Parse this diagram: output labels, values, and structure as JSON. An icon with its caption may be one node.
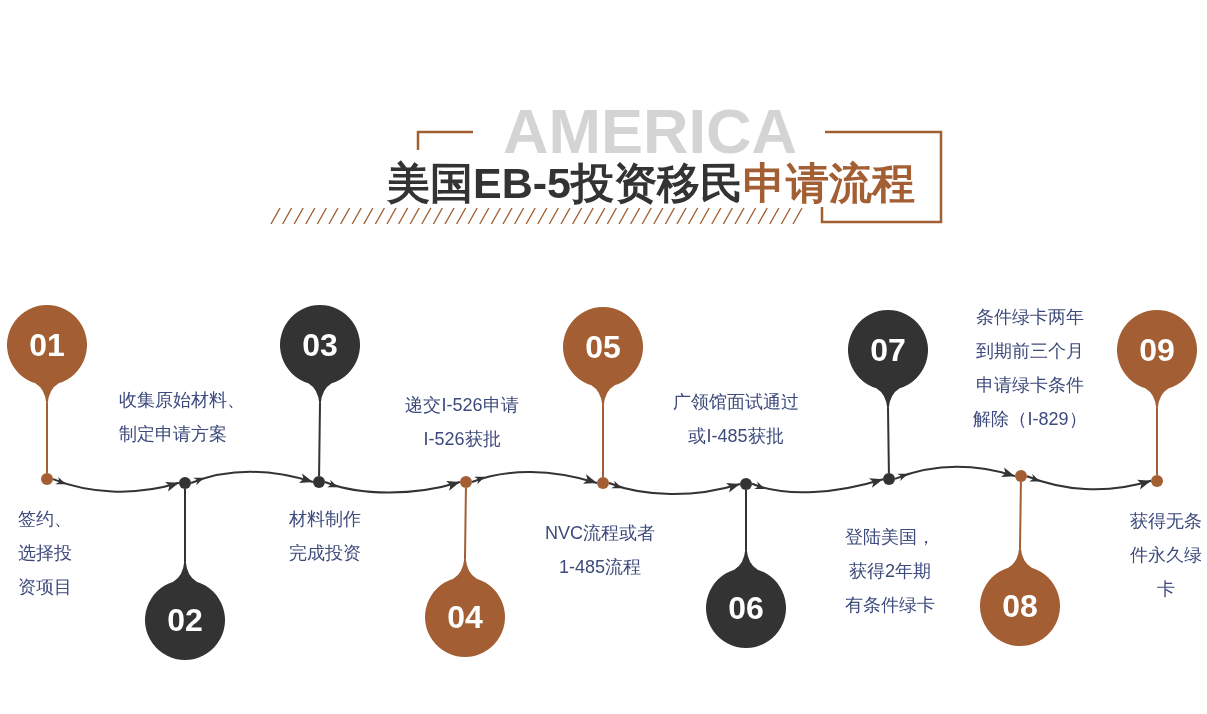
{
  "diagram": {
    "title": "美国EB-5投资移民**申请流程**",
    "nodes": [
      {
        "text": [
          "01"
        ]
      },
      {
        "text": [],
        "shape": "circle",
        "beside": [
          "签约、选择投资项目"
        ]
      },
      {
        "text": [
          "02"
        ]
      },
      {
        "text": [],
        "shape": "circle",
        "beside": [
          "收集原始材料、制定申请方案"
        ]
      },
      {
        "text": [
          "03"
        ]
      },
      {
        "text": [],
        "shape": "circle",
        "beside": [
          "材料制作完成投资"
        ]
      },
      {
        "text": [
          "04"
        ]
      },
      {
        "text": [],
        "shape": "circle",
        "beside": [
          "递交I-526申请I-526获批"
        ]
      },
      {
        "text": [
          "05"
        ]
      },
      {
        "text": [],
        "shape": "circle",
        "beside": [
          "NVC流程或者 1-485流程"
        ]
      },
      {
        "text": [
          "06"
        ]
      },
      {
        "text": [],
        "shape": "circle",
        "beside": [
          "广领馆面试通过或I-485获批"
        ]
      },
      {
        "text": [
          "07"
        ]
      },
      {
        "text": [],
        "shape": "circle",
        "beside": [
          "登陆美国，获得2年期有条件绿卡"
        ]
      },
      {
        "text": [
          "08"
        ]
      },
      {
        "text": [],
        "shape": "circle",
        "beside": [
          "条件绿卡两年到期前三个月申请绿卡条件解除（I-829）"
        ]
      },
      {
        "text": [
          "09"
        ]
      },
      {
        "text": [],
        "shape": "circle",
        "beside": [
          "获得无条件永久绿卡"
        ]
      }
    ],
    "edges": [
      {
        "from": 0,
        "to": 1,
        "arrow": "none",
        "color": "#a35f33"
      },
      {
        "from": 1,
        "to": 3,
        "arrow": "to"
      },
      {
        "from": 2,
        "to": 3,
        "arrow": "none"
      },
      {
        "from": 3,
        "to": 5,
        "arrow": "to"
      },
      {
        "from": 4,
        "to": 5,
        "arrow": "none"
      },
      {
        "from": 5,
        "to": 7,
        "arrow": "to"
      },
      {
        "from": 6,
        "to": 7,
        "arrow": "none",
        "color": "#a35f33"
      },
      {
        "from": 7,
        "to": 9,
        "arrow": "to"
      },
      {
        "from": 8,
        "to": 9,
        "arrow": "none",
        "color": "#a35f33"
      },
      {
        "from": 9,
        "to": 11,
        "arrow": "to"
      },
      {
        "from": 10,
        "to": 11,
        "arrow": "none"
      },
      {
        "from": 11,
        "to": 13,
        "arrow": "to"
      },
      {
        "from": 12,
        "to": 13,
        "arrow": "none"
      },
      {
        "from": 13,
        "to": 15,
        "arrow": "to"
      },
      {
        "from": 14,
        "to": 15,
        "arrow": "none",
        "color": "#a35f33"
      },
      {
        "from": 15,
        "to": 17,
        "arrow": "to"
      },
      {
        "from": 16,
        "to": 17,
        "arrow": "none",
        "color": "#a35f33"
      }
    ],
    "labels": [
      "AMERICA"
    ]
  }
}
